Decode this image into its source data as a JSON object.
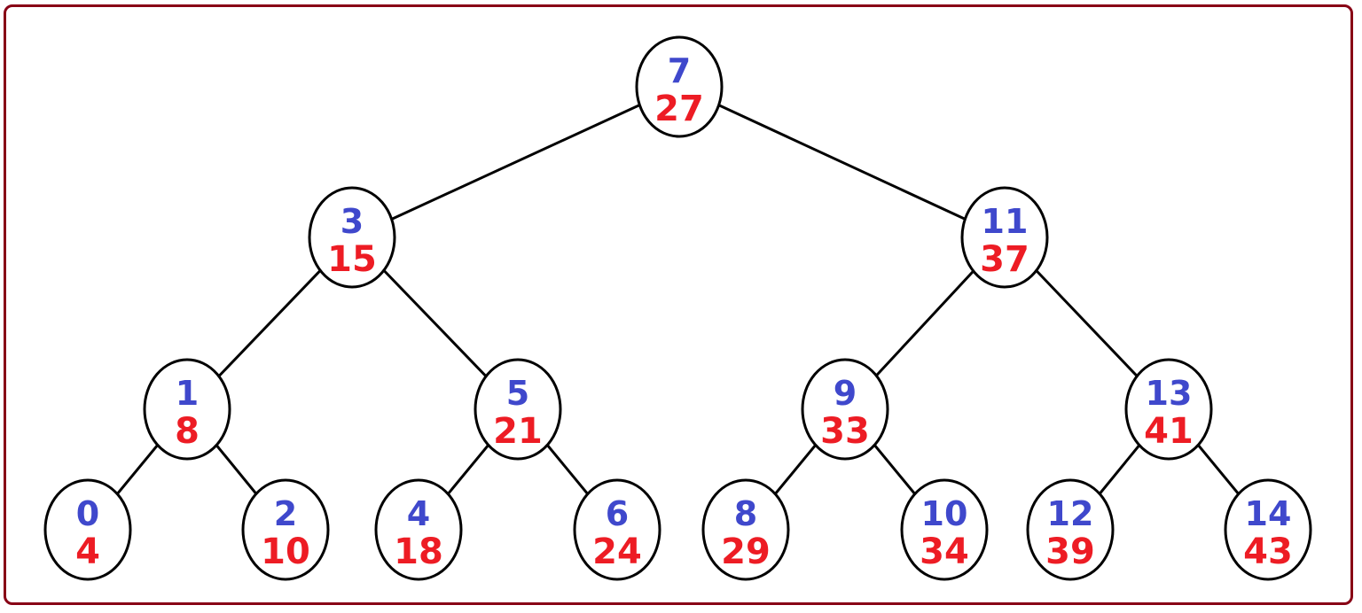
{
  "colors": {
    "index": "#3f48cc",
    "value": "#ed1c24",
    "border": "#880015",
    "edge": "#000000"
  },
  "nodes": [
    {
      "index": "0",
      "value": "4"
    },
    {
      "index": "1",
      "value": "8"
    },
    {
      "index": "2",
      "value": "10"
    },
    {
      "index": "3",
      "value": "15"
    },
    {
      "index": "4",
      "value": "18"
    },
    {
      "index": "5",
      "value": "21"
    },
    {
      "index": "6",
      "value": "24"
    },
    {
      "index": "7",
      "value": "27"
    },
    {
      "index": "8",
      "value": "29"
    },
    {
      "index": "9",
      "value": "33"
    },
    {
      "index": "10",
      "value": "34"
    },
    {
      "index": "11",
      "value": "37"
    },
    {
      "index": "12",
      "value": "39"
    },
    {
      "index": "13",
      "value": "41"
    },
    {
      "index": "14",
      "value": "43"
    }
  ],
  "edges": [
    [
      7,
      3
    ],
    [
      7,
      11
    ],
    [
      3,
      1
    ],
    [
      3,
      5
    ],
    [
      11,
      9
    ],
    [
      11,
      13
    ],
    [
      1,
      0
    ],
    [
      1,
      2
    ],
    [
      5,
      4
    ],
    [
      5,
      6
    ],
    [
      9,
      8
    ],
    [
      9,
      10
    ],
    [
      13,
      12
    ],
    [
      13,
      14
    ]
  ]
}
